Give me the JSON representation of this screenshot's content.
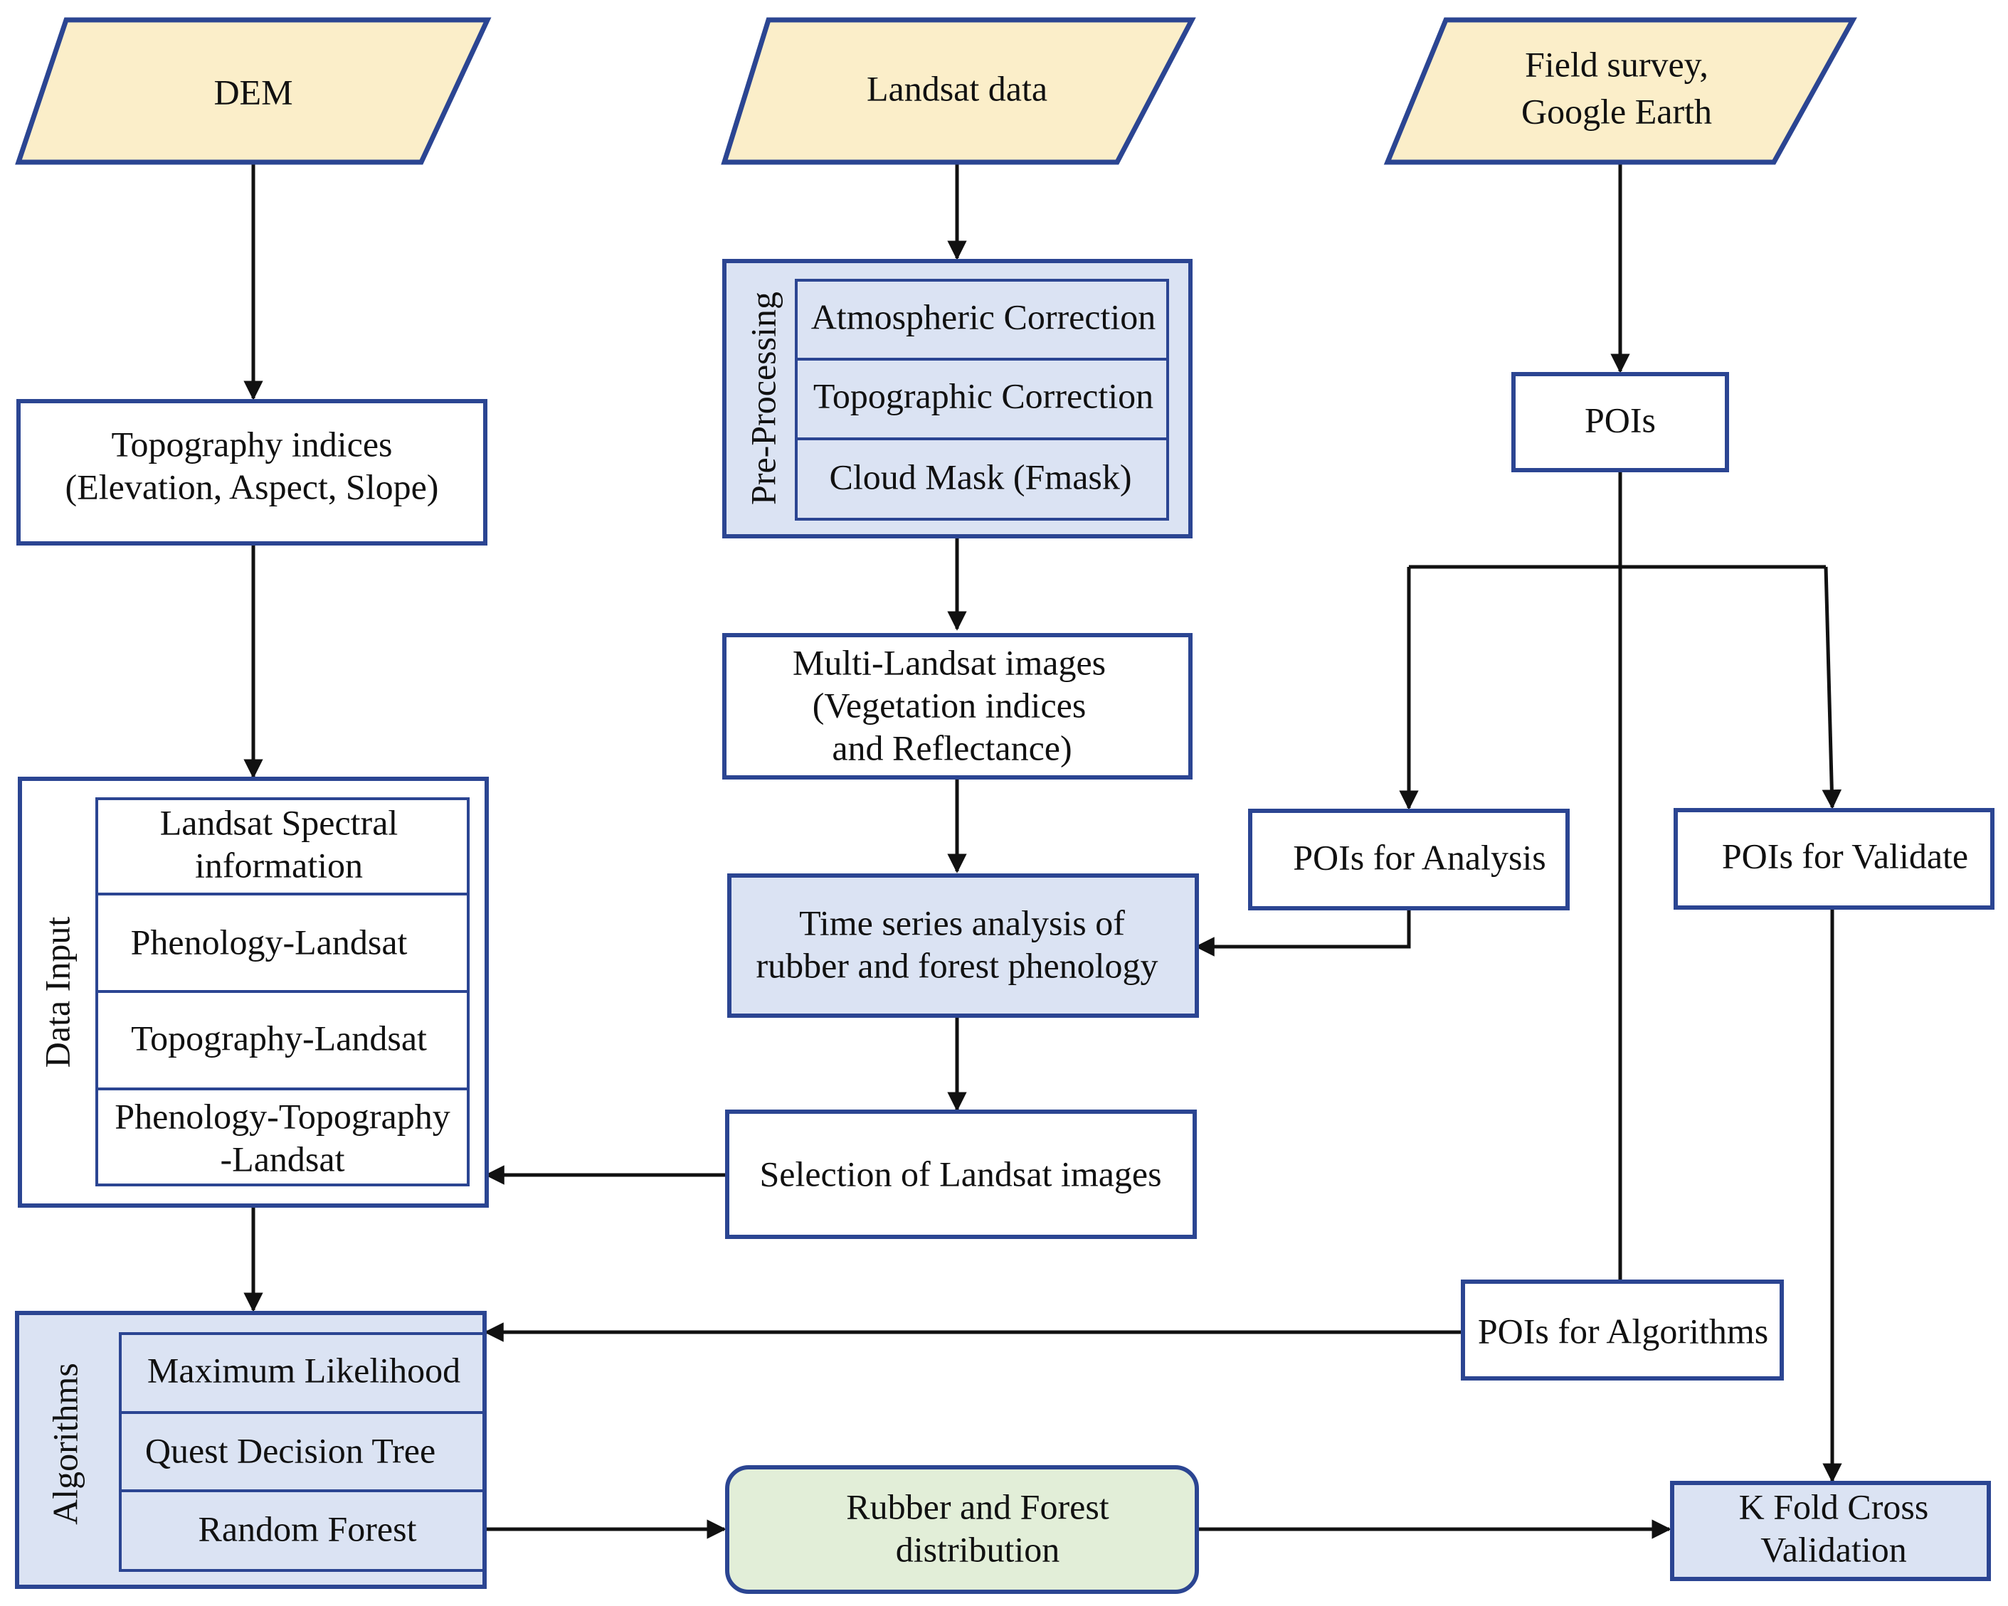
{
  "inputs": {
    "dem": "DEM",
    "landsat": "Landsat data",
    "field_line1": "Field survey,",
    "field_line2": "Google Earth"
  },
  "topography": {
    "line1": "Topography indices",
    "line2": "(Elevation, Aspect, Slope)"
  },
  "preprocessing": {
    "label": "Pre-Processing",
    "items": [
      "Atmospheric Correction",
      "Topographic Correction",
      "Cloud Mask (Fmask)"
    ]
  },
  "multi_landsat": {
    "line1": "Multi-Landsat images",
    "line2": "(Vegetation indices",
    "line3": "and Reflectance)"
  },
  "time_series": {
    "line1": "Time series analysis of",
    "line2": "rubber and forest phenology"
  },
  "selection": "Selection of Landsat images",
  "data_input": {
    "label": "Data Input",
    "item1_line1": "Landsat Spectral",
    "item1_line2": "information",
    "item2": "Phenology-Landsat",
    "item3": "Topography-Landsat",
    "item4_line1": "Phenology-Topography",
    "item4_line2": "-Landsat"
  },
  "algorithms": {
    "label": "Algorithms",
    "items": [
      "Maximum Likelihood",
      "Quest Decision Tree",
      "Random Forest"
    ]
  },
  "pois": {
    "main": "POIs",
    "analysis": "POIs for Analysis",
    "validate": "POIs for Validate",
    "algorithms": "POIs for Algorithms"
  },
  "output": {
    "line1": "Rubber and Forest",
    "line2": "distribution"
  },
  "validation": {
    "line1": "K Fold Cross",
    "line2": "Validation"
  },
  "colors": {
    "border": "#2b4592",
    "input_fill": "#fbeec9",
    "process_fill": "#dbe3f3",
    "output_fill": "#e2eed8"
  }
}
